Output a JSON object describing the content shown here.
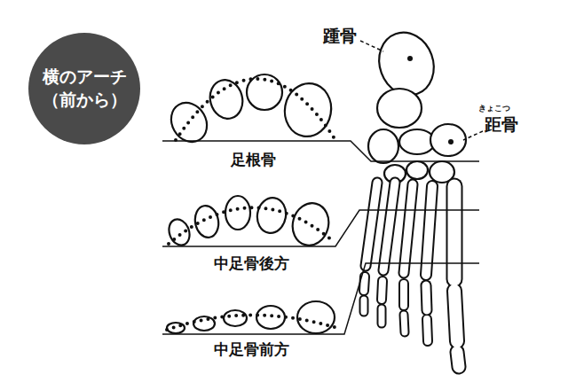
{
  "diagram": {
    "nodes": [
      {
        "text": [
          "横のアーチ （前から）"
        ]
      }
    ],
    "labels": [
      "踵骨",
      "きょこつ",
      "距骨",
      "足根骨",
      "中足骨後方",
      "中足骨前方"
    ]
  }
}
